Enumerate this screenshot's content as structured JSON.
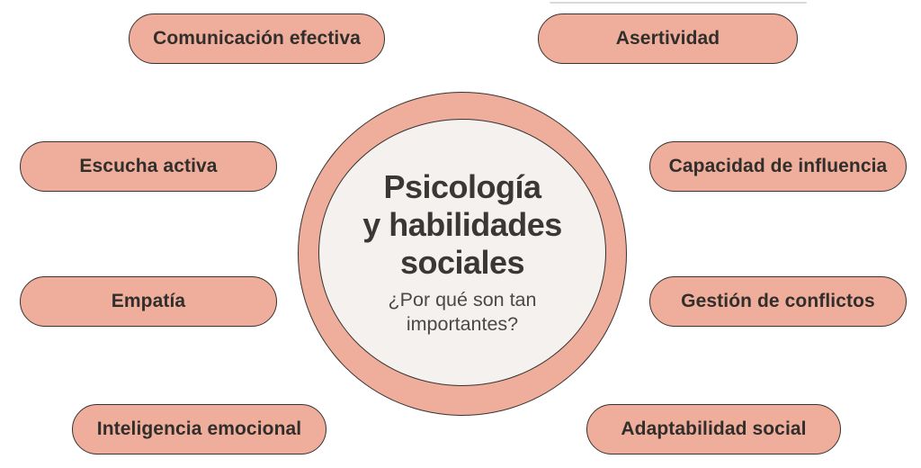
{
  "colors": {
    "background": "#ffffff",
    "pill_fill": "#efad9b",
    "inner_fill": "#f5f1ee",
    "outline": "#373330",
    "title_text": "#3b3734",
    "subtitle_text": "#4c4846",
    "node_text": "#312e2b"
  },
  "center": {
    "title": "Psicología y habilidades sociales",
    "title_lines": [
      "Psicología",
      "y habilidades",
      "sociales"
    ],
    "subtitle": "¿Por qué son tan importantes?",
    "subtitle_lines": [
      "¿Por qué son tan",
      "importantes?"
    ]
  },
  "nodes": [
    {
      "id": "comunicacion-efectiva",
      "label": "Comunicación efectiva"
    },
    {
      "id": "asertividad",
      "label": "Asertividad"
    },
    {
      "id": "escucha-activa",
      "label": "Escucha activa"
    },
    {
      "id": "capacidad-de-influencia",
      "label": "Capacidad de influencia"
    },
    {
      "id": "empatia",
      "label": "Empatía"
    },
    {
      "id": "gestion-de-conflictos",
      "label": "Gestión de conflictos"
    },
    {
      "id": "inteligencia-emocional",
      "label": "Inteligencia emocional"
    },
    {
      "id": "adaptabilidad-social",
      "label": "Adaptabilidad social"
    }
  ]
}
